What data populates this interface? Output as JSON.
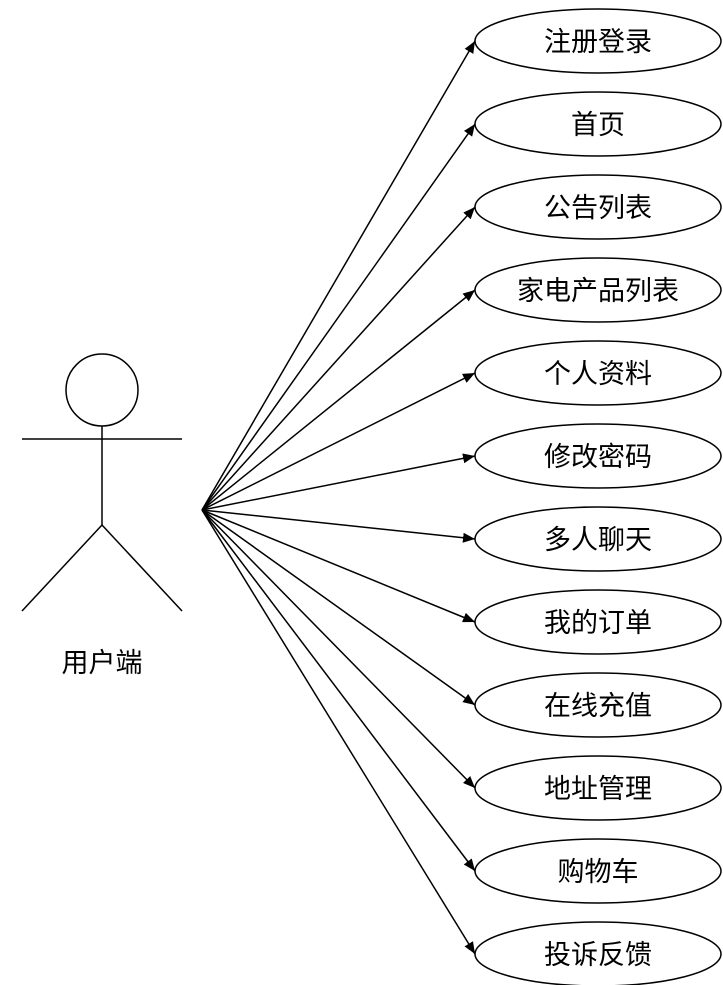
{
  "diagram": {
    "actor": {
      "label": "用户端"
    },
    "use_cases": [
      {
        "id": "uc-register-login",
        "label": "注册登录"
      },
      {
        "id": "uc-home",
        "label": "首页"
      },
      {
        "id": "uc-announcements",
        "label": "公告列表"
      },
      {
        "id": "uc-appliance-list",
        "label": "家电产品列表"
      },
      {
        "id": "uc-profile",
        "label": "个人资料"
      },
      {
        "id": "uc-change-password",
        "label": "修改密码"
      },
      {
        "id": "uc-group-chat",
        "label": "多人聊天"
      },
      {
        "id": "uc-my-orders",
        "label": "我的订单"
      },
      {
        "id": "uc-online-recharge",
        "label": "在线充值"
      },
      {
        "id": "uc-address-management",
        "label": "地址管理"
      },
      {
        "id": "uc-shopping-cart",
        "label": "购物车"
      },
      {
        "id": "uc-feedback",
        "label": "投诉反馈"
      }
    ]
  }
}
